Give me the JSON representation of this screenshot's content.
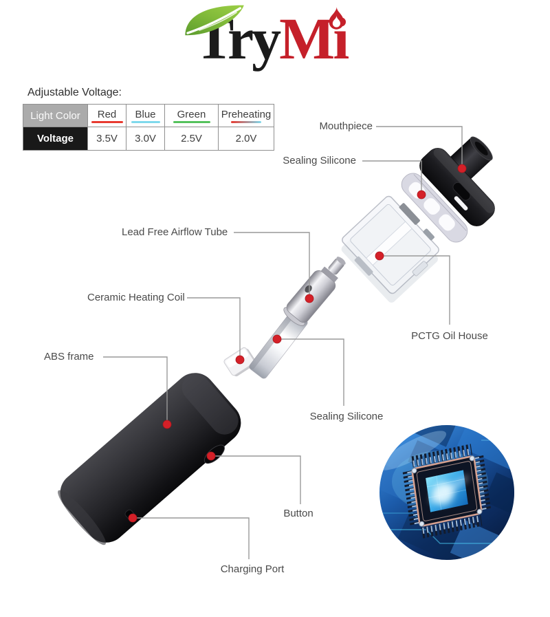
{
  "logo": {
    "part1": "Try",
    "part2": "Mi",
    "leaf_color": "#7ab33c",
    "flame_color": "#c5202a"
  },
  "voltage_section": {
    "title": "Adjustable Voltage:",
    "table": {
      "header_label": "Light Color",
      "row_label": "Voltage",
      "columns": [
        {
          "light": "Red",
          "voltage": "3.5V",
          "underline": [
            "#e83a30",
            "#e83a30"
          ]
        },
        {
          "light": "Blue",
          "voltage": "3.0V",
          "underline": [
            "#7fd9ec",
            "#7fd9ec"
          ]
        },
        {
          "light": "Green",
          "voltage": "2.5V",
          "underline": [
            "#55c25c",
            "#55c25c"
          ]
        },
        {
          "light": "Preheating",
          "voltage": "2.0V",
          "underline": [
            "#e83a30",
            "#7fd9ec"
          ]
        }
      ]
    }
  },
  "diagram": {
    "labels": {
      "mouthpiece": "Mouthpiece",
      "sealing_silicone_top": "Sealing Silicone",
      "airflow_tube": "Lead Free Airflow Tube",
      "ceramic_coil": "Ceramic Heating Coil",
      "abs_frame": "ABS frame",
      "pctg_oil_house": "PCTG Oil House",
      "sealing_silicone_mid": "Sealing Silicone",
      "button": "Button",
      "charging_port": "Charging Port"
    },
    "dot_color": "#d42028",
    "line_color": "#999999"
  }
}
